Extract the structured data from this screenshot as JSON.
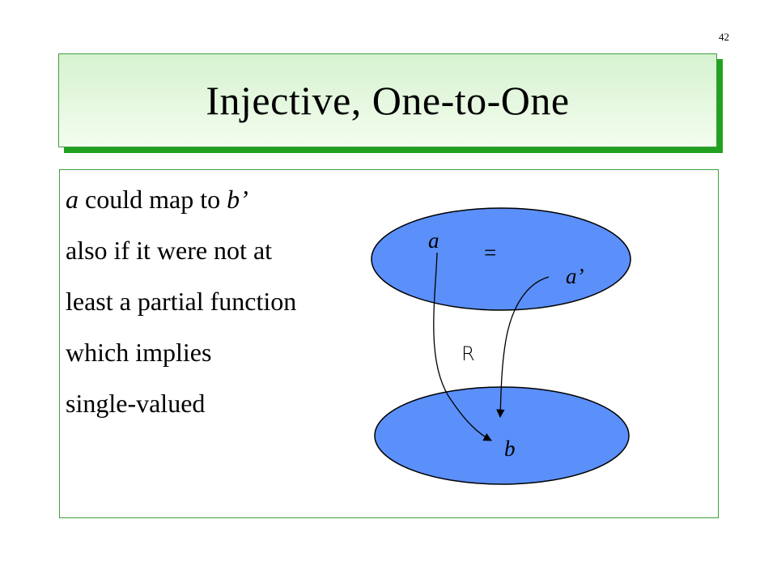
{
  "page_number": "42",
  "title": "Injective, One-to-One",
  "body": {
    "line1": {
      "a": "a",
      "mid": " could map to ",
      "b": "b’"
    },
    "line2": "also if it were not at",
    "line3": "least a partial function",
    "line4": "which implies",
    "line5": "single-valued"
  },
  "diagram": {
    "top_set_label_a": "a",
    "top_set_label_a_prime": "a’",
    "equals_sign": "=",
    "relation_label": "R",
    "bottom_set_label_b": "b",
    "set_fill_color": "#5b8ff9",
    "arrow_color": "#000000"
  }
}
